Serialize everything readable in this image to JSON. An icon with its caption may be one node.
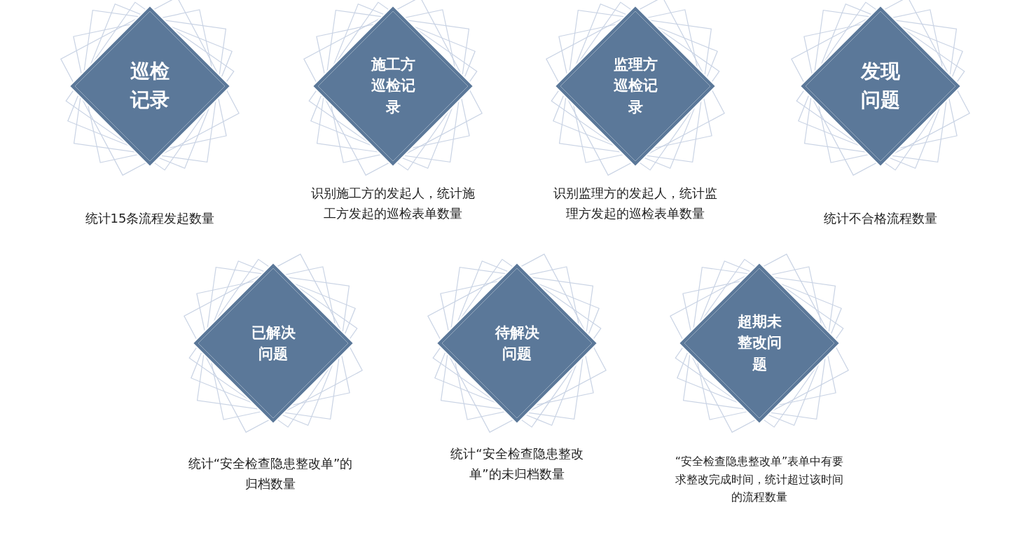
{
  "diagram": {
    "nodes": [
      {
        "text": [
          "巡检记录"
        ],
        "beside": [
          "统计15条流程发起数量"
        ]
      },
      {
        "text": [
          "施工方巡检记录"
        ],
        "beside": [
          "识别施工方的发起人，统计施工方发起的巡检表单数量"
        ]
      },
      {
        "text": [
          "监理方巡检记录"
        ],
        "beside": [
          "识别监理方的发起人，统计监理方发起的巡检表单数量"
        ]
      },
      {
        "text": [
          "发现问题"
        ],
        "beside": [
          "统计不合格流程数量"
        ]
      },
      {
        "text": [
          "已解决问题"
        ],
        "beside": [
          "统计“安全检查隐患整改单”的归档数量"
        ]
      },
      {
        "text": [
          "待解决问题"
        ],
        "beside": [
          "统计“安全检查隐患整改单”的未归档数量"
        ]
      },
      {
        "text": [
          "超期未整改问题"
        ],
        "beside": [
          "“安全检查隐患整改单”表单中有要求整改完成时间，统计超过该时间的流程数量"
        ]
      }
    ],
    "edges": []
  }
}
